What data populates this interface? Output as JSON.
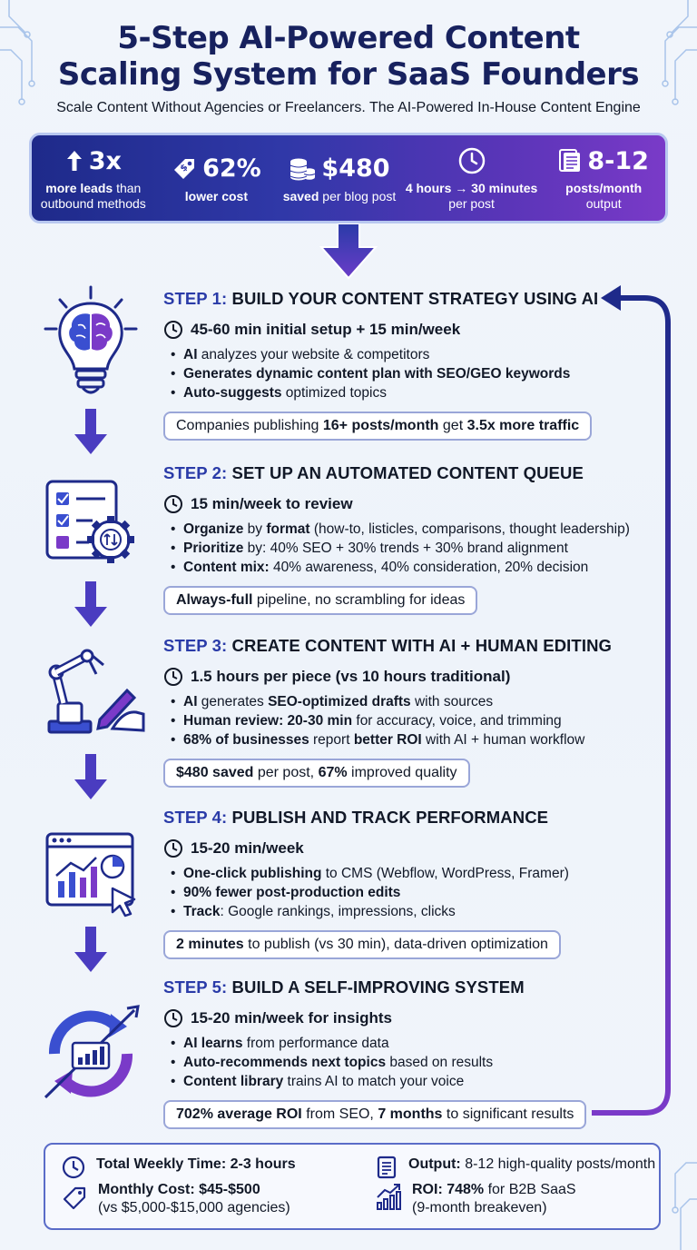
{
  "header": {
    "title_line1": "5-Step AI-Powered Content",
    "title_line2": "Scaling System for SaaS Founders",
    "subtitle": "Scale Content Without Agencies or Freelancers. The AI-Powered In-House Content Engine"
  },
  "stats": [
    {
      "icon": "arrow-up-icon",
      "value": "3x",
      "label_bold": "more leads",
      "label_rest": " than outbound methods"
    },
    {
      "icon": "price-tag-icon",
      "value": "62%",
      "label_bold": "lower cost",
      "label_rest": ""
    },
    {
      "icon": "coins-icon",
      "value": "$480",
      "label_bold": "saved",
      "label_rest": " per blog post"
    },
    {
      "icon": "clock-icon",
      "value": "",
      "label_bold": "4 hours → 30 minutes",
      "label_rest": " per post"
    },
    {
      "icon": "document-icon",
      "value": "8-12",
      "label_bold": "posts/month",
      "label_rest": " output"
    }
  ],
  "steps": [
    {
      "num": "STEP 1:",
      "title": " BUILD YOUR CONTENT STRATEGY USING AI",
      "time": "45-60 min initial setup + 15 min/week",
      "bullets": [
        {
          "b": "AI",
          "t": " analyzes your website & competitors"
        },
        {
          "b": "Generates dynamic content plan with SEO/GEO keywords",
          "t": ""
        },
        {
          "b": "Auto-suggests",
          "t": " optimized topics"
        }
      ],
      "callout": [
        {
          "t": "Companies publishing "
        },
        {
          "b": "16+ posts/month"
        },
        {
          "t": " get "
        },
        {
          "b": "3.5x more traffic"
        }
      ]
    },
    {
      "num": "STEP 2:",
      "title": " SET UP AN AUTOMATED CONTENT QUEUE",
      "time": "15 min/week to review",
      "bullets": [
        {
          "b": "Organize",
          "t": " by ",
          "b2": "format",
          "t2": " (how-to, listicles, comparisons, thought leadership)"
        },
        {
          "b": "Prioritize",
          "t": " by: 40% SEO + 30% trends + 30% brand alignment"
        },
        {
          "b": "Content mix:",
          "t": " 40% awareness, 40% consideration, 20% decision"
        }
      ],
      "callout": [
        {
          "b": "Always-full"
        },
        {
          "t": " pipeline, no scrambling for ideas"
        }
      ]
    },
    {
      "num": "STEP 3:",
      "title": " CREATE CONTENT WITH AI + HUMAN EDITING",
      "time": "1.5 hours per piece (vs 10 hours traditional)",
      "bullets": [
        {
          "b": "AI",
          "t": " generates ",
          "b2": "SEO-optimized drafts",
          "t2": " with sources"
        },
        {
          "b": "Human review: 20-30 min",
          "t": " for accuracy, voice, and trimming"
        },
        {
          "b": "68% of businesses",
          "t": " report ",
          "b2": "better ROI",
          "t2": " with AI + human workflow"
        }
      ],
      "callout": [
        {
          "b": "$480 saved"
        },
        {
          "t": " per post, "
        },
        {
          "b": "67%"
        },
        {
          "t": " improved quality"
        }
      ]
    },
    {
      "num": "STEP 4:",
      "title": " PUBLISH AND TRACK PERFORMANCE",
      "time": "15-20 min/week",
      "bullets": [
        {
          "b": "One-click publishing",
          "t": " to CMS (Webflow, WordPress, Framer)"
        },
        {
          "b": "90% fewer post-production edits",
          "t": ""
        },
        {
          "b": "Track",
          "t": ": Google rankings, impressions, clicks"
        }
      ],
      "callout": [
        {
          "b": "2 minutes"
        },
        {
          "t": " to publish (vs 30 min), data-driven optimization"
        }
      ]
    },
    {
      "num": "STEP 5:",
      "title": " BUILD A SELF-IMPROVING SYSTEM",
      "time": "15-20 min/week for insights",
      "bullets": [
        {
          "b": "AI learns",
          "t": " from performance data"
        },
        {
          "b": "Auto-recommends next topics",
          "t": " based on results"
        },
        {
          "b": "Content library",
          "t": " trains AI to match your voice"
        }
      ],
      "callout": [
        {
          "b": "702% average ROI"
        },
        {
          "t": " from SEO, "
        },
        {
          "b": "7 months"
        },
        {
          "t": " to significant results"
        }
      ]
    }
  ],
  "summary": {
    "time_label": "Total Weekly Time: 2-3 hours",
    "cost_label": "Monthly Cost: $45-$500",
    "cost_sub": "(vs $5,000-$15,000 agencies)",
    "output_bold": "Output:",
    "output_rest": " 8-12 high-quality posts/month",
    "roi_bold": "ROI: 748%",
    "roi_rest": " for B2B SaaS",
    "roi_sub": "(9-month breakeven)"
  },
  "colors": {
    "navy": "#17215e",
    "accent": "#2a3ba8",
    "purple": "#6a3cc8"
  }
}
